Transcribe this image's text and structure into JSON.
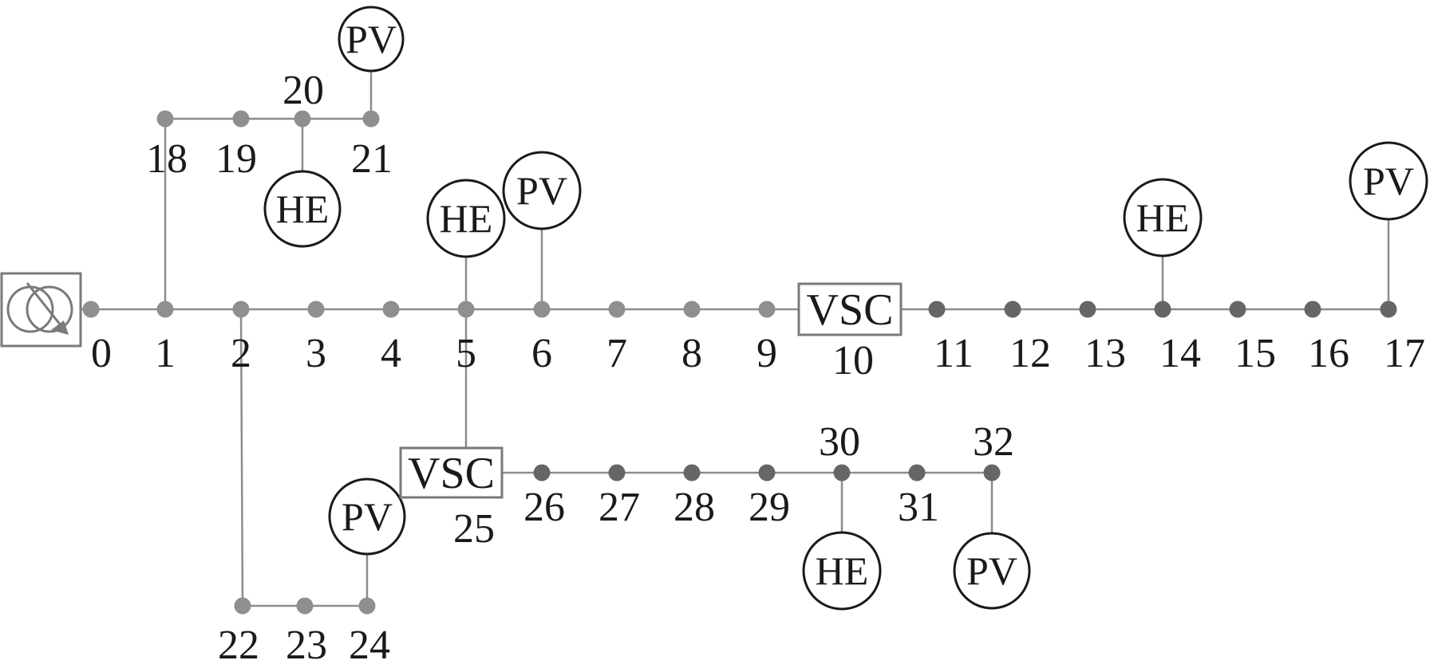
{
  "buses": [
    {
      "id": "0",
      "label": "0",
      "group": "light"
    },
    {
      "id": "1",
      "label": "1",
      "group": "light"
    },
    {
      "id": "2",
      "label": "2",
      "group": "light"
    },
    {
      "id": "3",
      "label": "3",
      "group": "light"
    },
    {
      "id": "4",
      "label": "4",
      "group": "light"
    },
    {
      "id": "5",
      "label": "5",
      "group": "light"
    },
    {
      "id": "6",
      "label": "6",
      "group": "light"
    },
    {
      "id": "7",
      "label": "7",
      "group": "light"
    },
    {
      "id": "8",
      "label": "8",
      "group": "light"
    },
    {
      "id": "9",
      "label": "9",
      "group": "light"
    },
    {
      "id": "10",
      "label": "10",
      "group": "vsc"
    },
    {
      "id": "11",
      "label": "11",
      "group": "dark"
    },
    {
      "id": "12",
      "label": "12",
      "group": "dark"
    },
    {
      "id": "13",
      "label": "13",
      "group": "dark"
    },
    {
      "id": "14",
      "label": "14",
      "group": "dark"
    },
    {
      "id": "15",
      "label": "15",
      "group": "dark"
    },
    {
      "id": "16",
      "label": "16",
      "group": "dark"
    },
    {
      "id": "17",
      "label": "17",
      "group": "dark"
    },
    {
      "id": "18",
      "label": "18",
      "group": "light"
    },
    {
      "id": "19",
      "label": "19",
      "group": "light"
    },
    {
      "id": "20",
      "label": "20",
      "group": "light"
    },
    {
      "id": "21",
      "label": "21",
      "group": "light"
    },
    {
      "id": "22",
      "label": "22",
      "group": "light"
    },
    {
      "id": "23",
      "label": "23",
      "group": "light"
    },
    {
      "id": "24",
      "label": "24",
      "group": "light"
    },
    {
      "id": "25",
      "label": "25",
      "group": "vsc"
    },
    {
      "id": "26",
      "label": "26",
      "group": "dark"
    },
    {
      "id": "27",
      "label": "27",
      "group": "dark"
    },
    {
      "id": "28",
      "label": "28",
      "group": "dark"
    },
    {
      "id": "29",
      "label": "29",
      "group": "dark"
    },
    {
      "id": "30",
      "label": "30",
      "group": "dark"
    },
    {
      "id": "31",
      "label": "31",
      "group": "dark"
    },
    {
      "id": "32",
      "label": "32",
      "group": "dark"
    }
  ],
  "devices": [
    {
      "type": "PV",
      "bus": "21",
      "label": "PV"
    },
    {
      "type": "HE",
      "bus": "20",
      "label": "HE"
    },
    {
      "type": "HE",
      "bus": "5",
      "label": "HE"
    },
    {
      "type": "PV",
      "bus": "6",
      "label": "PV"
    },
    {
      "type": "HE",
      "bus": "14",
      "label": "HE"
    },
    {
      "type": "PV",
      "bus": "17",
      "label": "PV"
    },
    {
      "type": "PV",
      "bus": "24",
      "label": "PV"
    },
    {
      "type": "HE",
      "bus": "30",
      "label": "HE"
    },
    {
      "type": "PV",
      "bus": "32",
      "label": "PV"
    }
  ],
  "converters": [
    {
      "bus": "10",
      "label": "VSC"
    },
    {
      "bus": "25",
      "label": "VSC"
    }
  ],
  "source": {
    "icon": "transformer-icon",
    "bus": "0"
  },
  "colors": {
    "line": "#8c8c8c",
    "node_light": "#8f8f8f",
    "node_dark": "#666666",
    "text": "#1a1a1a"
  }
}
